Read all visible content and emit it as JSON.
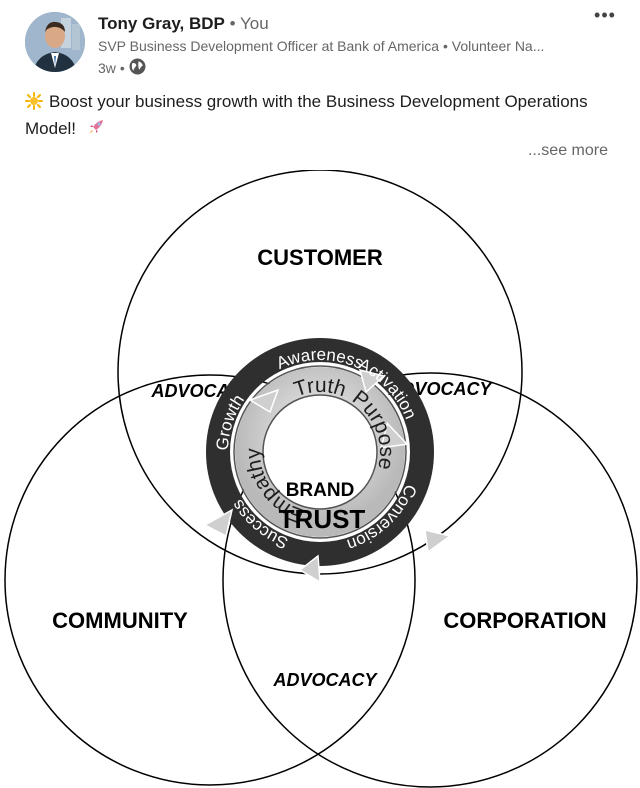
{
  "author": {
    "name": "Tony Gray, BDP",
    "separator": "•",
    "relation": "You",
    "headline": "SVP Business Development Officer at Bank of America • Volunteer Na...",
    "time": "3w",
    "time_separator": "•"
  },
  "actions": {
    "more_label": "•••",
    "see_more": "...see more"
  },
  "post": {
    "text_prefix_icon": "sun-emoji",
    "text": "Boost your business growth with the Business Development Operations Model!",
    "text_suffix_icon": "rocket-emoji"
  },
  "diagram": {
    "circle_labels": {
      "customer": "CUSTOMER",
      "community": "COMMUNITY",
      "corporation": "CORPORATION"
    },
    "advocacy": {
      "top_left": "ADVOCACY",
      "top_right": "ADVOCACY",
      "bottom": "ADVOCACY"
    },
    "outer_ring": [
      "Awareness",
      "Activation",
      "Conversion",
      "Success",
      "Growth"
    ],
    "inner_ring": [
      "Truth",
      "Purpose",
      "Empathy"
    ],
    "center": {
      "line1": "BRAND",
      "line2": "TRUST"
    }
  },
  "colors": {
    "ring_dark": "#2f2f2f",
    "ring_light": "#d4d4d4",
    "muted_text": "#666666"
  }
}
